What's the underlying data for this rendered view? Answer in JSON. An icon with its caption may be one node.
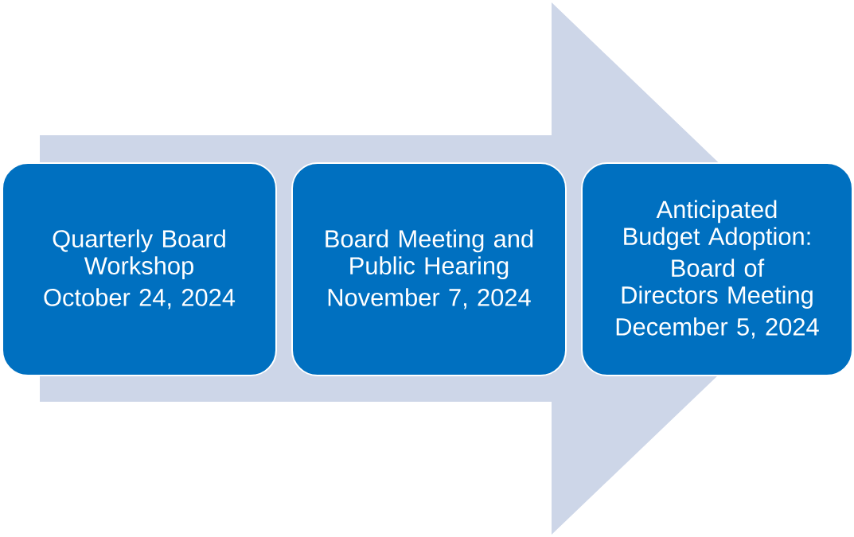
{
  "diagram": {
    "nodes": [
      {
        "text": [
          "Quarterly Board Workshop",
          "October 24, 2024"
        ]
      },
      {
        "text": [
          "Board Meeting and Public Hearing",
          "November 7, 2024"
        ]
      },
      {
        "text": [
          "Anticipated Budget Adoption:",
          "Board of Directors Meeting",
          "December 5, 2024"
        ]
      }
    ],
    "edges": [
      {
        "from": 0,
        "to": 2,
        "arrow": "to"
      }
    ]
  }
}
